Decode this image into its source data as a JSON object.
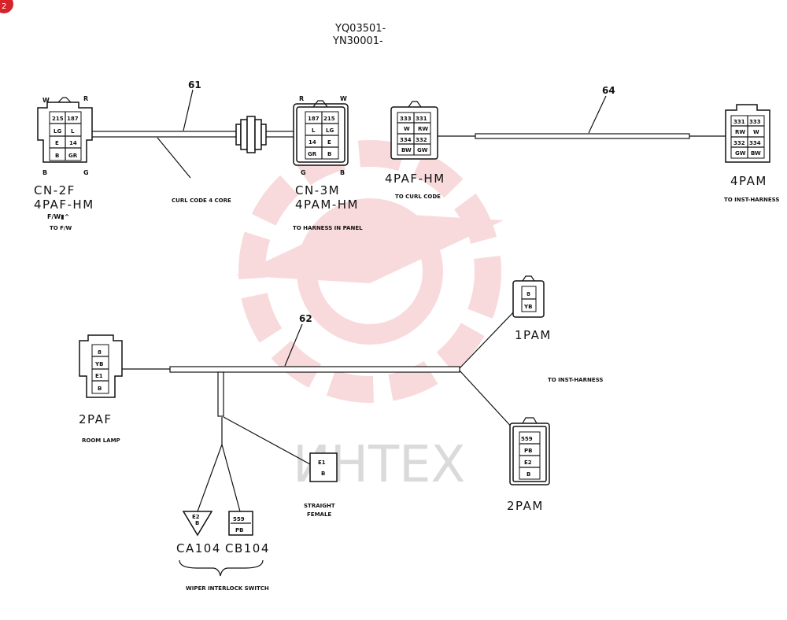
{
  "corner_badge": "2",
  "header": {
    "line1": "YQ03501-",
    "line2": "YN30001-"
  },
  "watermark": {
    "text": "ИНТЕХ",
    "color": "#d6232a"
  },
  "wires": {
    "w61": "61",
    "w64": "64",
    "w62": "62"
  },
  "labels": {
    "curl_code": "CURL CODE 4 CORE",
    "to_harness_panel": "TO HARNESS IN PANEL",
    "to_curl_code": "TO CURL CODE",
    "to_inst_harness_a": "TO INST-HARNESS",
    "to_inst_harness_b": "TO INST-HARNESS",
    "room_lamp": "ROOM LAMP",
    "straight_female": [
      "STRAIGHT",
      "FEMALE"
    ],
    "wiper_interlock": "WIPER INTERLOCK SWITCH"
  },
  "connectors": {
    "cn2f": {
      "name": "CN-2F",
      "type": "4PAF-HM",
      "sub": "F/W▮^",
      "dest": "TO F/W",
      "marks": {
        "tl": "W",
        "tr": "R",
        "bl": "B",
        "br": "G"
      },
      "pins": [
        "215",
        "187",
        "LG",
        "L",
        "E",
        "14",
        "B",
        "GR"
      ]
    },
    "cn3m": {
      "name": "CN-3M",
      "type": "4PAM-HM",
      "marks": {
        "tl": "R",
        "tr": "W",
        "bl": "G",
        "br": "B"
      },
      "pins": [
        "187",
        "215",
        "L",
        "LG",
        "14",
        "E",
        "GR",
        "B"
      ]
    },
    "c4paf": {
      "type": "4PAF-HM",
      "pins": [
        "333",
        "331",
        "W",
        "RW",
        "334",
        "332",
        "BW",
        "GW"
      ]
    },
    "c4pam": {
      "type": "4PAM",
      "pins": [
        "331",
        "333",
        "RW",
        "W",
        "332",
        "334",
        "GW",
        "BW"
      ]
    },
    "c1pam": {
      "type": "1PAM",
      "pins": [
        "8",
        "YB"
      ]
    },
    "c2paf": {
      "type": "2PAF",
      "pins": [
        "8",
        "YB",
        "E1",
        "B"
      ]
    },
    "c2pam": {
      "type": "2PAM",
      "pins": [
        "559",
        "PB",
        "E2",
        "B"
      ]
    },
    "straight": {
      "pins": [
        "E1",
        "B"
      ]
    },
    "ca104": {
      "type": "CA104",
      "pins": [
        "E2",
        "B"
      ]
    },
    "cb104": {
      "type": "CB104",
      "pins": [
        "559",
        "PB"
      ]
    }
  }
}
